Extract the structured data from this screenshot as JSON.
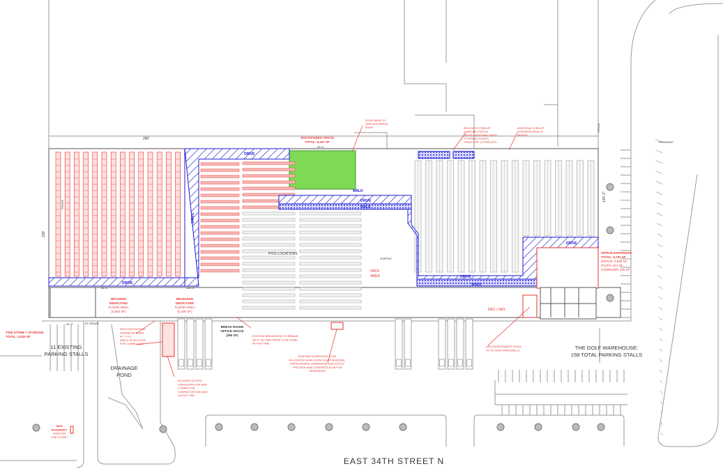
{
  "plan": {
    "street": "EAST 34TH STREET N",
    "fence_left": "FENCE",
    "fence_right": "FENCE",
    "drive": "DRIVE",
    "walk": "WALK",
    "drainage_right": "DRAINAGE",
    "drainage_pond": [
      "DRAINAGE",
      "POND"
    ],
    "parking_left": [
      "11 EXISTING",
      "PARKING STALLS"
    ],
    "parking_right": [
      "THE GOLF WAREHOUSE:",
      "158 TOTAL PARKING STALLS"
    ],
    "at_grade": "AT-GRADE",
    "pack_area": [
      "PACK",
      "AREA"
    ],
    "rec_sas": "REC / SAS",
    "pick_locations": "PICK LOCATIONS",
    "shipping": "SHIPPING"
  },
  "labels": {
    "photo_space": [
      "PHOTO/VIDEO SPACE",
      "TOTAL: 5,167 SF"
    ],
    "door_swing": [
      "DOOR SWING TO",
      "OPEN INTO BREAK",
      "ROOM"
    ],
    "forklift_relocated": [
      "RELOCATED FORKLIFT",
      "CHARGING STATION.",
      "*ADDED ADDITIONAL SPACE",
      "TO EXPAND COUNTS.",
      "*SPACE FOR: 14 FORKLIFTS"
    ],
    "forklift_additional": [
      "ADDITIONAL FORKLIFT",
      "EXPANSION SPACE IF",
      "NEEDED"
    ],
    "office_expansion": [
      "OFFICE EXPANSION",
      "TOTAL: 4,761 SF",
      "OFFICE: 3,828 SF",
      "IT/UPS: 613 SF",
      "CORRIDOR: 320 SF"
    ],
    "returns": [
      "RETURNS",
      "DEDICATED",
      "FLOOR AREA",
      "(4,060 SF)"
    ],
    "receiving": [
      "RECEIVING",
      "DEDICATED",
      "FLOOR AREA",
      "(5,400 SF)"
    ],
    "break_room": [
      "BREAK ROOM/",
      "OFFICE SPACE",
      "(390 SF)"
    ],
    "tgw_store": [
      "TGW STORE + STORAGE",
      "TOTAL: 3,025 SF"
    ],
    "sprinkler": [
      "ENCLOSE EXISTING",
      "SPRINKLER RISER",
      "(4' / 7'-0\")",
      "NEW 8' W OH DOOR",
      "FOR COMPACTOR"
    ],
    "breakroom_existing": [
      "EXISTING BREAKROOM TO REMAIN",
      "AS-IS. NO NEW WORK TO BE DONE",
      "AT THIS TIME."
    ],
    "generator": [
      "EXISTING GENERATOR TO BE",
      "RELOCATED HERE FROM SOUTH BUILDING.",
      "*APPROXIMATE GENERATOR SIZE IS 5'x12'",
      "*PROVIDE NEW CONCRETE SLAB FOR",
      "GENERATOR"
    ],
    "landscape": [
      "RE-WORK SLOPED",
      "LANDSCAPE FOR NEW",
      "COMPACTOR.",
      "COMPACTOR SIZE AND",
      "LAYOUT TBD."
    ],
    "maintenance": [
      "NEW MAINTENANCE ROOM",
      "TO TO HAVE HARD WALLS"
    ],
    "monument": [
      "NEW",
      "MONUMENT",
      "SIGN FOR",
      "TGW STORE?"
    ]
  },
  "dimensions": {
    "top": "280'",
    "left": "230'",
    "right": "140'-2\"",
    "photo_width": "90'-0\"",
    "returns_width": "64'-3\"",
    "receiving_width": "130'-4\"",
    "store_width": "64'-3\""
  },
  "colors": {
    "red": "#e8322f",
    "pink": "#f6b7b5",
    "blue": "#1a1ad0",
    "green": "#7ed957",
    "line": "#9a9a9a"
  }
}
